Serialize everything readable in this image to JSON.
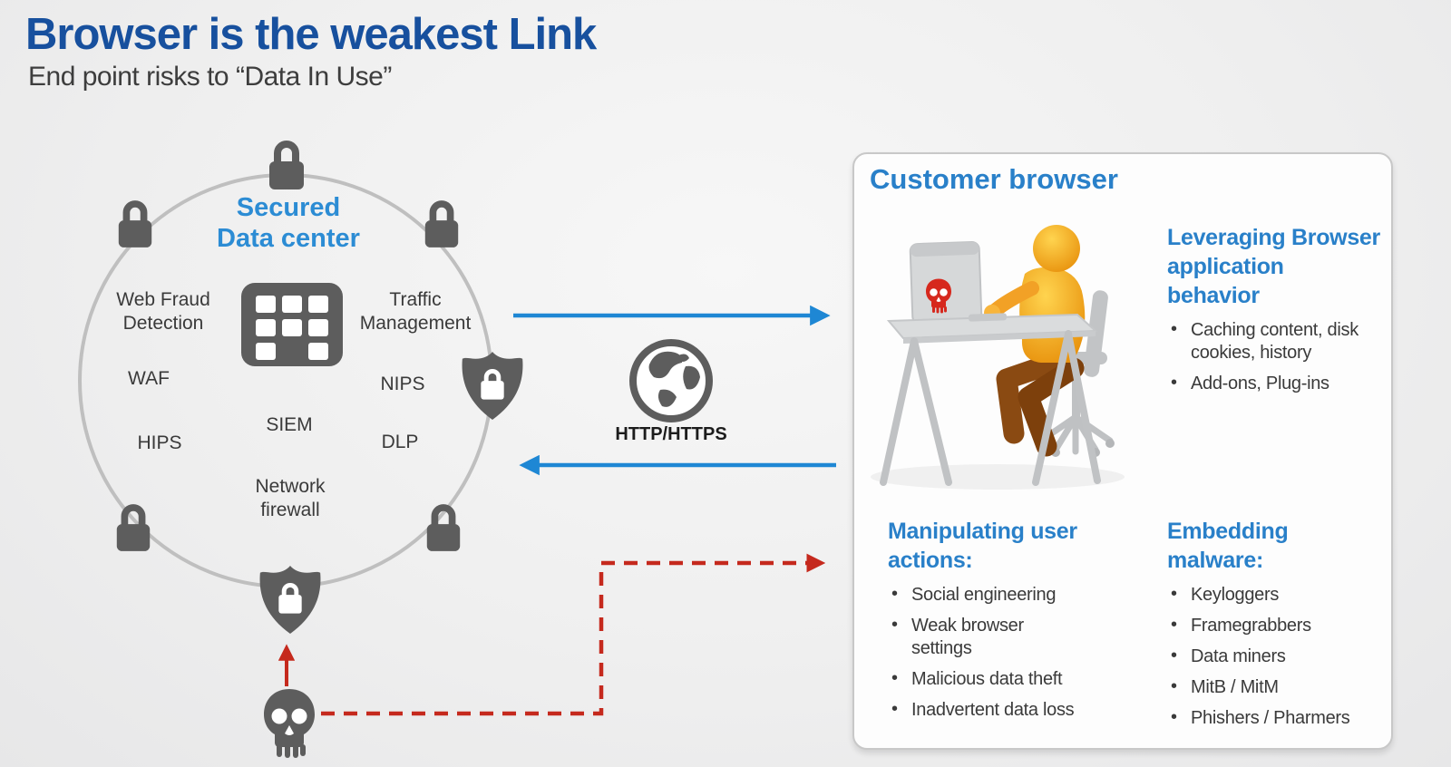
{
  "header": {
    "title": "Browser is the weakest Link",
    "subtitle": "End point risks to “Data In Use”"
  },
  "datacenter": {
    "heading": "Secured\nData center",
    "services": [
      "Web Fraud\nDetection",
      "Traffic\nManagement",
      "WAF",
      "NIPS",
      "SIEM",
      "HIPS",
      "DLP",
      "Network\nfirewall"
    ]
  },
  "network": {
    "protocol_label": "HTTP/HTTPS"
  },
  "customer": {
    "heading": "Customer browser",
    "sections": [
      {
        "title": "Leveraging Browser\napplication\nbehavior",
        "bullets": [
          "Caching content, disk\ncookies, history",
          "Add-ons, Plug-ins"
        ]
      },
      {
        "title": "Manipulating user\nactions:",
        "bullets": [
          "Social engineering",
          "Weak browser\nsettings",
          "Malicious data theft",
          "Inadvertent data loss"
        ]
      },
      {
        "title": "Embedding\nmalware:",
        "bullets": [
          "Keyloggers",
          "Framegrabbers",
          "Data miners",
          "MitB / MitM",
          "Phishers / Pharmers"
        ]
      }
    ]
  },
  "icons": {
    "padlock": "lock-icon",
    "shield_lock": "shield-lock-icon",
    "datacenter_building": "building-icon",
    "internet": "globe-icon",
    "attacker": "skull-icon",
    "infected_screen": "red-skull-icon"
  },
  "colors": {
    "title_blue": "#17509e",
    "accent_blue": "#2c8cd4",
    "arrow_blue": "#1e87d4",
    "alert_red": "#c5291d",
    "icon_gray": "#5d5d5d",
    "text_gray": "#3a3a3a"
  }
}
